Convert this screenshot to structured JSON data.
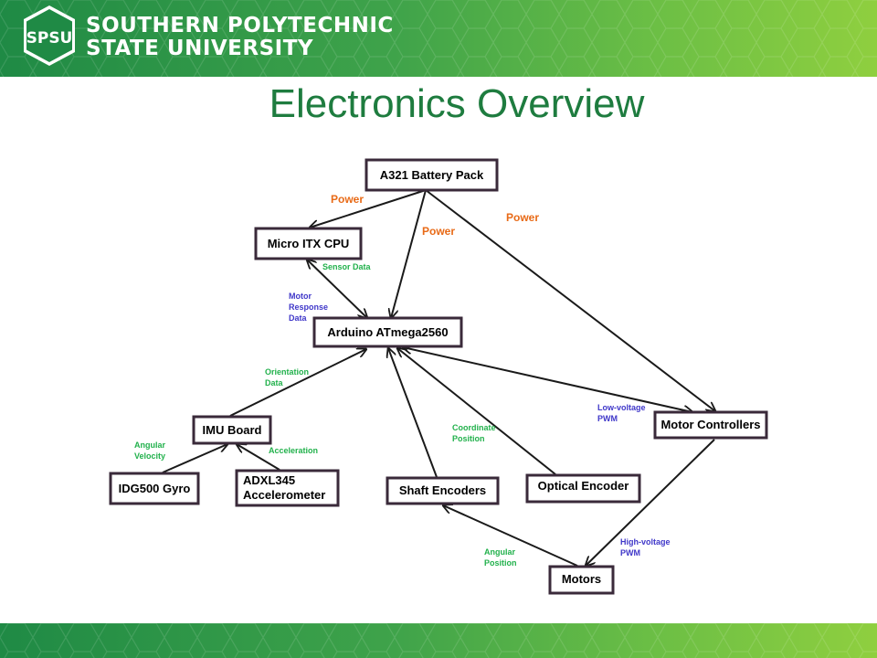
{
  "header": {
    "logo_text": "SPSU",
    "name_line1": "SOUTHERN POLYTECHNIC",
    "name_line2": "STATE UNIVERSITY"
  },
  "slide": {
    "title": "Electronics Overview"
  },
  "diagram": {
    "nodes": {
      "battery": "A321 Battery Pack",
      "cpu": "Micro ITX CPU",
      "arduino": "Arduino ATmega2560",
      "imu": "IMU Board",
      "motor_controllers": "Motor Controllers",
      "gyro": "IDG500 Gyro",
      "accel_line1": "ADXL345",
      "accel_line2": "Accelerometer",
      "shaft_encoders": "Shaft Encoders",
      "optical_encoder": "Optical Encoder",
      "motors": "Motors"
    },
    "labels": {
      "power_cpu": "Power",
      "power_arduino": "Power",
      "power_motor": "Power",
      "sensor_data": "Sensor Data",
      "motor_response_1": "Motor",
      "motor_response_2": "Response",
      "motor_response_3": "Data",
      "orientation_1": "Orientation",
      "orientation_2": "Data",
      "angular_velocity_1": "Angular",
      "angular_velocity_2": "Velocity",
      "acceleration": "Acceleration",
      "coordinate_1": "Coordinate",
      "coordinate_2": "Position",
      "low_voltage_1": "Low-voltage",
      "low_voltage_2": "PWM",
      "high_voltage_1": "High-voltage",
      "high_voltage_2": "PWM",
      "angular_position_1": "Angular",
      "angular_position_2": "Position"
    },
    "colors": {
      "power": "#e86a17",
      "data_green": "#22b14c",
      "data_blue": "#3f37c9"
    }
  }
}
